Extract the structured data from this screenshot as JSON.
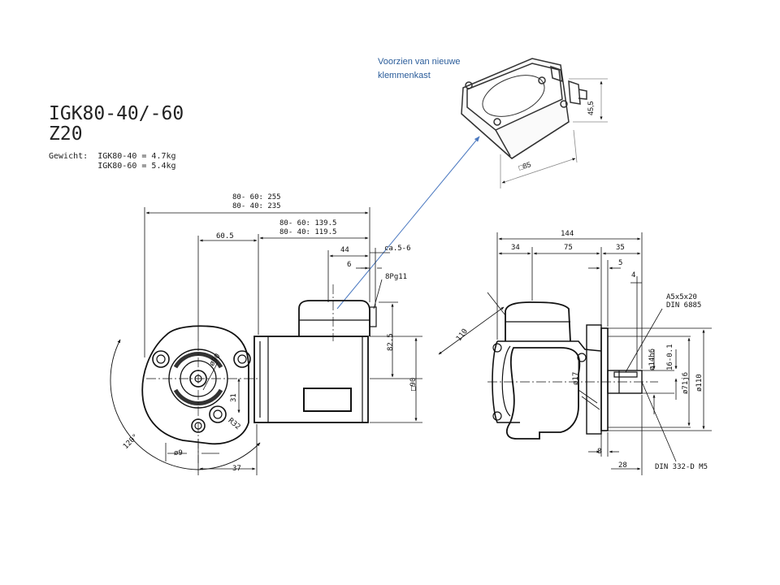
{
  "header": {
    "title_line1": "IGK80-40/-60",
    "title_line2": "Z20",
    "weight_line1": "Gewicht:  IGK80-40 = 4.7kg",
    "weight_line2": "          IGK80-60 = 5.4kg"
  },
  "note": {
    "line1": "Voorzien van nieuwe",
    "line2": "klemmenkast"
  },
  "box_dims": {
    "height": "45,5",
    "width": "□85"
  },
  "front_view": {
    "overall_60": "80- 60: 255",
    "overall_40": "80- 40: 235",
    "motor_60": "80- 60: 139.5",
    "motor_40": "80- 40: 119.5",
    "shaft_offset": "60.5",
    "box_width": "44",
    "gland_reach": "ca.5-6",
    "gland_offset": "6",
    "gland": "8Pg11",
    "height_825": "82.5",
    "square_90": "□90",
    "dia_90": "ø90",
    "dim_31": "31",
    "radius_32": "R32",
    "hole_dia": "ø9",
    "dim_37": "37",
    "angle_120": "120°"
  },
  "side_view": {
    "total_144": "144",
    "dim_34": "34",
    "dim_75": "75",
    "dim_35": "35",
    "dim_5": "5",
    "dim_4": "4",
    "diag_110": "110",
    "key": "A5x5x20",
    "key_din": "DIN 6885",
    "shaft_dia_14": "ø14h6",
    "dim_16": "16-0.1",
    "dia_71": "ø71j6",
    "dia_110": "ø110",
    "dia_17": "ø17",
    "dim_8": "8",
    "dim_28": "28",
    "centre_din": "DIN 332-D M5"
  },
  "colors": {
    "line": "#111111",
    "note": "#2a5c9a",
    "arrow": "#4a78c0"
  }
}
